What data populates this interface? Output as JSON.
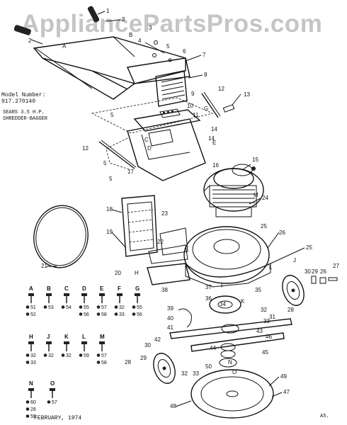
{
  "watermark": "AppliancePartsPros.com",
  "model_label": "Model Number:",
  "model_number": "917.270140",
  "brand_line1": "SEARS 3.5 H.P.",
  "brand_line2": "SHREDDER-BAGGER",
  "date_text": "FEBRUARY, 1974",
  "diagram_code": "A5.",
  "hardware": [
    {
      "letter": "A",
      "nums": [
        "51",
        "52"
      ]
    },
    {
      "letter": "B",
      "nums": [
        "53"
      ]
    },
    {
      "letter": "C",
      "nums": [
        "54"
      ]
    },
    {
      "letter": "D",
      "nums": [
        "55",
        "56"
      ]
    },
    {
      "letter": "E",
      "nums": [
        "57",
        "58"
      ]
    },
    {
      "letter": "F",
      "nums": [
        "32",
        "33"
      ]
    },
    {
      "letter": "G",
      "nums": [
        "55",
        "56"
      ]
    },
    {
      "letter": "H",
      "nums": [
        "32",
        "33"
      ]
    },
    {
      "letter": "J",
      "nums": [
        "32"
      ]
    },
    {
      "letter": "K",
      "nums": [
        "32"
      ]
    },
    {
      "letter": "L",
      "nums": [
        "59"
      ]
    },
    {
      "letter": "M",
      "nums": [
        "57",
        "58"
      ]
    },
    {
      "letter": "N",
      "nums": [
        "60",
        "28",
        "59"
      ]
    },
    {
      "letter": "O",
      "nums": [
        "57"
      ]
    }
  ],
  "callouts": [
    "1",
    "2",
    "3",
    "4",
    "5",
    "6",
    "7",
    "8",
    "9",
    "10",
    "11",
    "12",
    "13",
    "14",
    "15",
    "16",
    "17",
    "18",
    "19",
    "20",
    "21",
    "22",
    "23",
    "24",
    "25",
    "26",
    "27",
    "28",
    "29",
    "30",
    "31",
    "32",
    "33",
    "34",
    "35",
    "36",
    "37",
    "38",
    "39",
    "40",
    "41",
    "42",
    "43",
    "44",
    "45",
    "46",
    "47",
    "48",
    "49",
    "50",
    "A",
    "B",
    "C",
    "D",
    "E",
    "F",
    "G",
    "H",
    "J",
    "K",
    "L",
    "M",
    "N",
    "O"
  ]
}
